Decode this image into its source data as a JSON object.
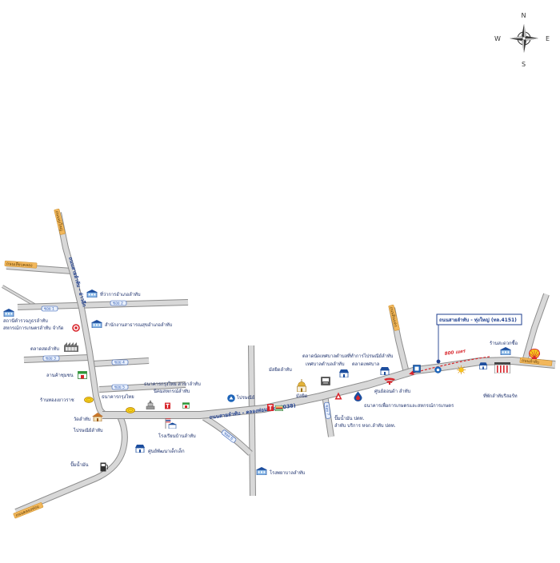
{
  "compass": {
    "n": "N",
    "s": "S",
    "e": "E",
    "w": "W"
  },
  "colors": {
    "background": "#ffffff",
    "road": "#d8d8d8",
    "road_edge": "#8d8d8d",
    "label_blue": "#1f3f8f",
    "label_orange": "#f2b75b",
    "arrow_red": "#d8262c"
  },
  "roads": {
    "main": "ถนนสายลำทับ - คลองท่อม (ทล.4038)",
    "left_vertical": "ถนนสายลำทับ - อ่าวลึก",
    "highlight_box": "ถนนสายลำทับ - ทุ่งใหญ่ (ทล.4151)",
    "distance": "800 เมตร"
  },
  "road_ends": [
    "ถนนทุ่งใหญ่",
    "ถนนเลียบคลอง",
    "ถนนคลองท่อม",
    "ถนนดินแดง",
    "ถนนลำทับ"
  ],
  "side_roads": [
    "ซอย 1",
    "ซอย 2",
    "ซอย 3",
    "ซอย 4",
    "ซอย 5",
    "ซอย 6",
    "ซอย 7"
  ],
  "places": [
    {
      "text": "ที่ว่าการอำเภอลำทับ",
      "icon": "district-office-icon"
    },
    {
      "text": "สถานีตำรวจภูธรลำทับ",
      "icon": "police-station-icon"
    },
    {
      "text": "สหกรณ์การเกษตรลำทับ จำกัด",
      "icon": "target-icon"
    },
    {
      "text": "สำนักงานสาธารณสุขอำเภอลำทับ",
      "icon": "health-office-icon"
    },
    {
      "text": "ตลาดสดลำทับ",
      "icon": "market-icon"
    },
    {
      "text": "ลานค้าชุมชน",
      "icon": "store-icon"
    },
    {
      "text": "ร้านทองเยาวราช",
      "icon": "gold-shop-icon"
    },
    {
      "text": "ธนาคารกรุงไทย",
      "icon": "bank-icon"
    },
    {
      "text": "วัดลำทับ",
      "icon": "temple-icon"
    },
    {
      "text": "ไปรษณีย์ลำทับ",
      "icon": "post-icon"
    },
    {
      "text": "ธนาคารกรุงไทย สาขาลำทับ",
      "icon": "shrine-icon"
    },
    {
      "text": "นิคมสหกรณ์ลำทับ",
      "icon": "shop-icon"
    },
    {
      "text": "โรงเรียนบ้านลำทับ",
      "icon": "school-icon"
    },
    {
      "text": "ศูนย์พัฒนาเด็กเล็ก",
      "icon": "childcare-center-icon"
    },
    {
      "text": "ปั๊มน้ำมัน",
      "icon": "gas-station-icon"
    },
    {
      "text": "ไปรษณีย์",
      "icon": "post-circle-icon"
    },
    {
      "text": "มัสยิดลำทับ",
      "icon": "mosque-icon"
    },
    {
      "text": "มัสยิด",
      "icon": "mosque-icon"
    },
    {
      "text": "ตลาดนัดเทศบาลตำบล",
      "icon": "atm-icon"
    },
    {
      "text": "เทศบาลตำบลลำทับ",
      "icon": "atm-icon"
    },
    {
      "text": "ที่ทำการไปรษณีย์ลำทับ",
      "icon": "post-office-icon"
    },
    {
      "text": "ตลาดเทศบาล",
      "icon": "municipal-market-icon"
    },
    {
      "text": "ศูนย์ฮอนด้า ลำทับ",
      "icon": "honda-logo-icon"
    },
    {
      "text": "ปั๊มน้ำมัน ปตท.",
      "icon": "ptt-drop-icon"
    },
    {
      "text": "ลำทับ บริการ หจก.ลำทับ ปตท.",
      "icon": "ptt-drop-icon"
    },
    {
      "text": "ธนาคารเพื่อการเกษตรและสหกรณ์การเกษตร",
      "icon": "bank-icon"
    },
    {
      "text": "ร้านสะดวกซื้อ",
      "icon": "shop-icon"
    },
    {
      "text": "ที่พักลำทับรีสอร์ท",
      "icon": "petrol-station-icon"
    },
    {
      "text": "โรงพยาบาลลำทับ",
      "icon": "hospital-icon"
    }
  ]
}
